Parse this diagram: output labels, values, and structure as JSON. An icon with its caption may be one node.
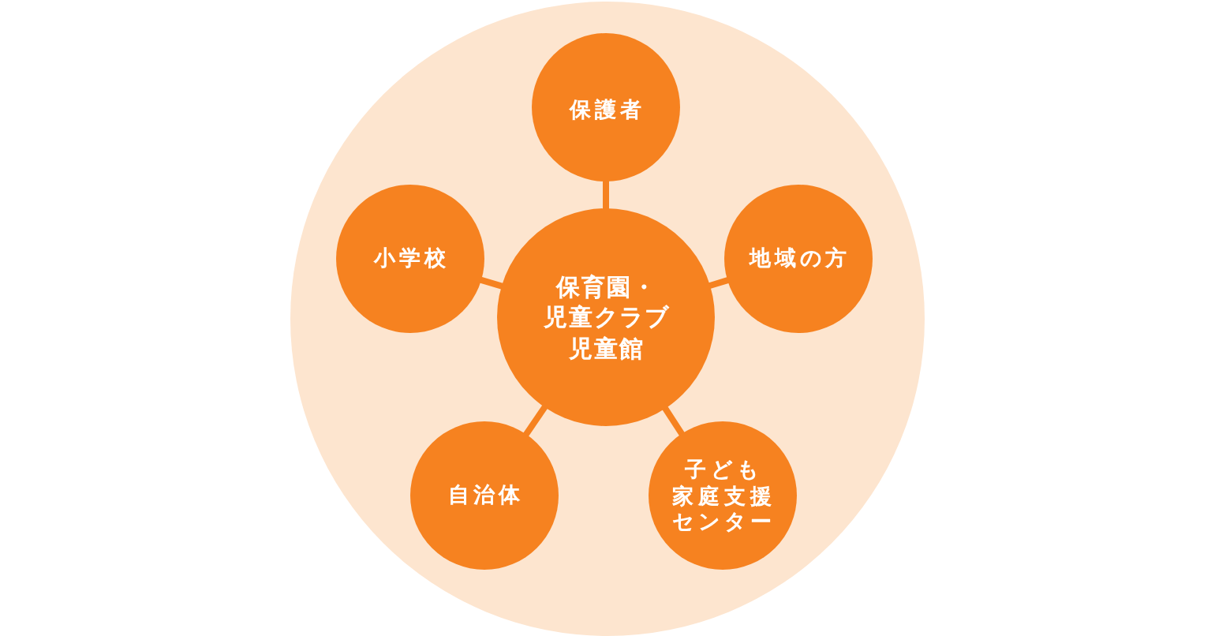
{
  "diagram": {
    "nodes": [
      {
        "text": [],
        "shape": "circle"
      },
      {
        "text": [
          "保護者"
        ],
        "in": 0
      },
      {
        "text": [
          "小学校"
        ],
        "in": 0
      },
      {
        "text": [
          "地域の方"
        ],
        "in": 0
      },
      {
        "text": [
          "保育園・児童クラブ児童館"
        ],
        "in": 0
      },
      {
        "text": [
          "自治体"
        ],
        "in": 0
      },
      {
        "text": [
          "子ども家庭支援センター"
        ],
        "in": 0
      }
    ],
    "edges": [
      {
        "from": 4,
        "to": 1,
        "arrow": "none"
      },
      {
        "from": 4,
        "to": 2,
        "arrow": "none"
      },
      {
        "from": 4,
        "to": 3,
        "arrow": "none"
      },
      {
        "from": 4,
        "to": 5,
        "arrow": "none"
      },
      {
        "from": 4,
        "to": 6,
        "arrow": "none"
      }
    ]
  }
}
